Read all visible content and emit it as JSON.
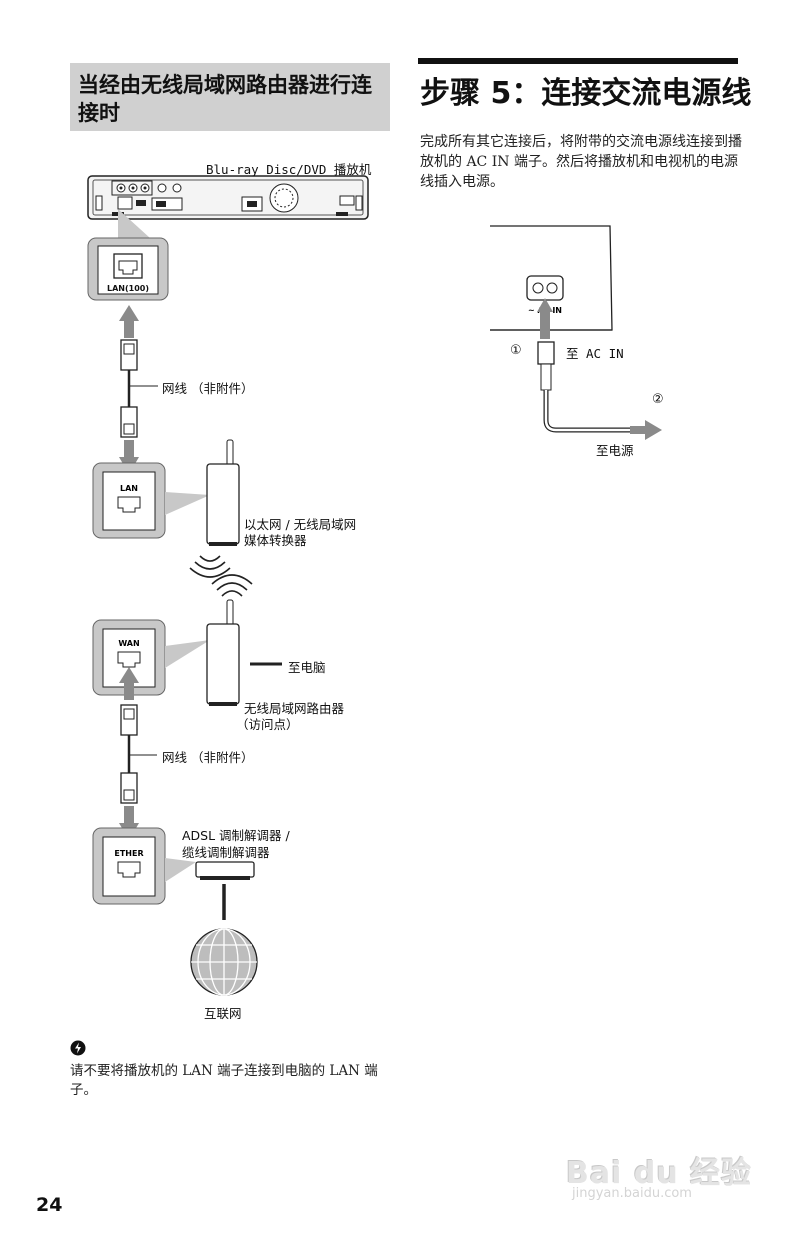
{
  "left_section": {
    "heading": "当经由无线局域网路由器进行连接时",
    "player_label": "Blu-ray Disc/DVD 播放机",
    "player_port_label": "LAN(100)",
    "cable_label_1": "网线 （非附件）",
    "media_converter_port": "LAN",
    "media_converter_label_1": "以太网 / 无线局域网",
    "media_converter_label_2": "媒体转换器",
    "router_port": "WAN",
    "to_pc_label": "至电脑",
    "router_label_1": "无线局域网路由器",
    "router_label_2": "（访问点）",
    "cable_label_2": "网线 （非附件）",
    "modem_port": "ETHER",
    "modem_label_1": "ADSL 调制解调器 /",
    "modem_label_2": "缆线调制解调器",
    "internet_label": "互联网"
  },
  "note": {
    "text": "请不要将播放机的 LAN 端子连接到电脑的 LAN 端子。"
  },
  "right_section": {
    "title": "步骤 5：连接交流电源线",
    "body": "完成所有其它连接后，将附带的交流电源线连接到播放机的 AC IN 端子。然后将播放机和电视机的电源线插入电源。",
    "marker_1": "①",
    "to_ac_in_label": "至 AC IN",
    "marker_2": "②",
    "to_power_label": "至电源",
    "ac_in_panel_label": "~ AC IN"
  },
  "page_number": "24",
  "watermark": {
    "brand": "Bai du 经验",
    "url": "jingyan.baidu.com"
  },
  "colors": {
    "heading_band": "#d0d0d0",
    "callout_fill": "#c8c8c8",
    "arrow_gray": "#8a8a8a"
  }
}
